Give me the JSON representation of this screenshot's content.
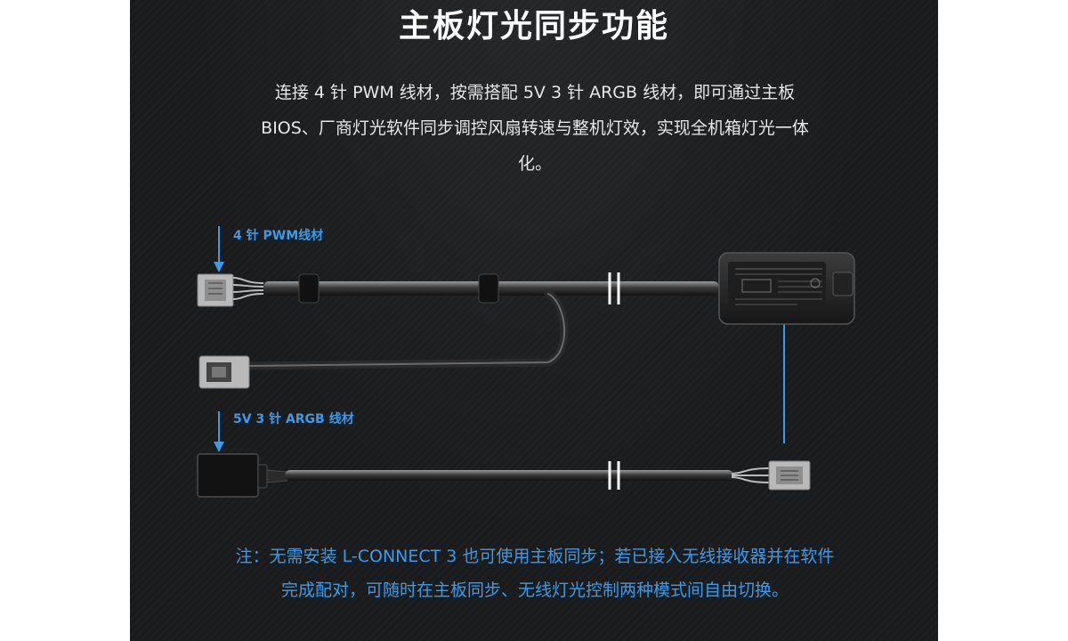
{
  "title": "主板灯光同步功能",
  "description": "连接 4 针 PWM 线材，按需搭配 5V 3 针 ARGB 线材，即可通过主板 BIOS、厂商灯光软件同步调控风扇转速与整机灯效，实现全机箱灯光一体化。",
  "labels": {
    "pwm_cable": "4 针 PWM线材",
    "argb_cable": "5V 3 针 ARGB 线材"
  },
  "note": "注：无需安装 L-CONNECT 3 也可使用主板同步；若已接入无线接收器并在软件完成配对，可随时在主板同步、无线灯光控制两种模式间自由切换。",
  "colors": {
    "background": "#1a1b1d",
    "accent_blue": "#3d9ae8",
    "title": "#ffffff",
    "text": "#e6e6e6"
  }
}
